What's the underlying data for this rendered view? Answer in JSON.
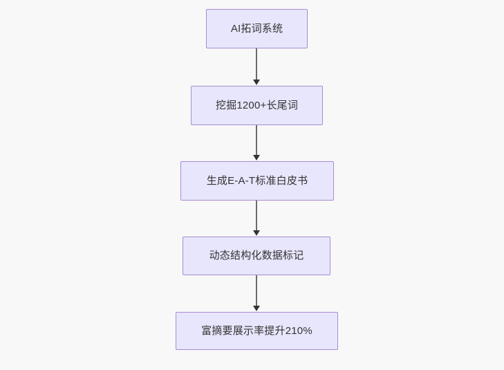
{
  "diagram": {
    "type": "flowchart",
    "direction": "top-to-bottom",
    "background_color": "#f8f8f8",
    "node_fill_color": "#e8e6fc",
    "node_border_color": "#a78bd0",
    "node_text_color": "#333333",
    "edge_color": "#6b6b6b",
    "arrowhead_color": "#333333",
    "nodes": [
      {
        "id": "n1",
        "label": "AI拓词系统"
      },
      {
        "id": "n2",
        "label": "挖掘1200+长尾词"
      },
      {
        "id": "n3",
        "label": "生成E-A-T标准白皮书"
      },
      {
        "id": "n4",
        "label": "动态结构化数据标记"
      },
      {
        "id": "n5",
        "label": "富摘要展示率提升210%"
      }
    ],
    "edges": [
      {
        "from": "n1",
        "to": "n2",
        "label": ""
      },
      {
        "from": "n2",
        "to": "n3",
        "label": ""
      },
      {
        "from": "n3",
        "to": "n4",
        "label": ""
      },
      {
        "from": "n4",
        "to": "n5",
        "label": ""
      }
    ]
  }
}
